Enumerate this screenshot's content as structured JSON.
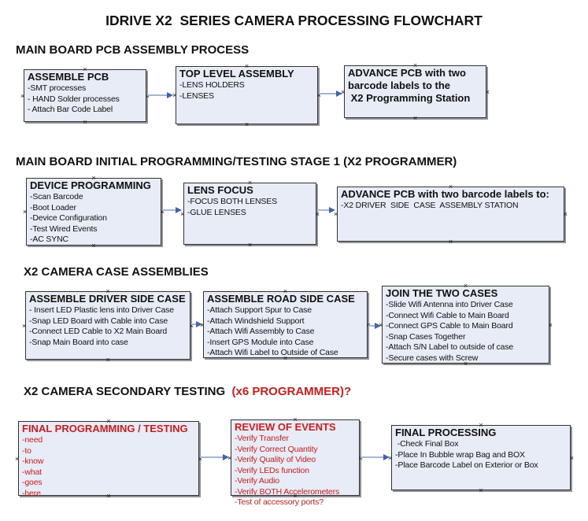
{
  "title": "IDRIVE X2  SERIES CAMERA PROCESSING FLOWCHART",
  "colors": {
    "red": "#cc1c1c",
    "text": "#000000",
    "box_fill": "#e7ecf6",
    "box_border": "#333333",
    "box_shadow": "#8f9399",
    "arrow_line": "#a3b6d4",
    "arrow_head": "#3f66aa"
  },
  "icons": {
    "connection_point": "connection-point-icon (× anchor mark on box edges)",
    "flow_arrow": "right-arrow connector between process boxes"
  },
  "sections": [
    {
      "heading": "MAIN BOARD PCB ASSEMBLY PROCESS",
      "boxes": [
        {
          "title": "ASSEMBLE PCB",
          "items": [
            "-SMT processes",
            "- HAND Solder processes",
            "- Attach Bar Code Label"
          ]
        },
        {
          "title": "TOP LEVEL ASSEMBLY",
          "items": [
            "-LENS HOLDERS",
            "-LENSES"
          ]
        },
        {
          "title": "ADVANCE PCB with two\nbarcode labels to the\n X2 Programming Station",
          "items": []
        }
      ]
    },
    {
      "heading": "MAIN BOARD INITIAL PROGRAMMING/TESTING STAGE 1 (X2 PROGRAMMER)",
      "boxes": [
        {
          "title": "DEVICE PROGRAMMING",
          "items": [
            "-Scan Barcode",
            "-Boot Loader",
            "-Device Configuration",
            "-Test Wired Events",
            "-AC SYNC"
          ]
        },
        {
          "title": "LENS FOCUS",
          "items": [
            "-FOCUS BOTH LENSES",
            "-GLUE LENSES"
          ]
        },
        {
          "title": "ADVANCE PCB with two barcode labels to:",
          "items": [
            "-X2 DRIVER  SIDE  CASE  ASSEMBLY STATION"
          ]
        }
      ]
    },
    {
      "heading": "X2 CAMERA CASE ASSEMBLIES",
      "boxes": [
        {
          "title": "ASSEMBLE DRIVER SIDE CASE",
          "items": [
            "- Insert LED Plastic lens into Driver Case",
            "-Snap LED Board with Cable into Case",
            "-Connect LED Cable to X2 Main Board",
            "-Snap Main Board into case"
          ]
        },
        {
          "title": "ASSEMBLE ROAD SIDE CASE",
          "items": [
            "-Attach Support Spur to Case",
            "-Attach Windshield Support",
            "-Attach Wifi Assembly to Case",
            "-Insert GPS Module into Case",
            "-Attach Wifi Label to Outside of Case"
          ]
        },
        {
          "title": "JOIN THE TWO CASES",
          "items": [
            "-Slide Wifi Antenna into Driver Case",
            "-Connect Wifi Cable to Main Board",
            "-Connect GPS Cable to Main Board",
            "-Snap Cases Together",
            "-Attach S/N Label to outside of case",
            "-Secure cases with Screw"
          ]
        }
      ]
    },
    {
      "heading": "X2 CAMERA SECONDARY TESTING ",
      "heading_red": " (x6 PROGRAMMER)?",
      "boxes": [
        {
          "title": "FINAL PROGRAMMING / TESTING",
          "items": [
            "-need",
            "-to",
            "-know",
            "-what",
            "-goes",
            "-here"
          ]
        },
        {
          "title": "REVIEW OF EVENTS",
          "items": [
            "-Verify Transfer",
            "-Verify Correct Quantity",
            "-Verify Quality of Video",
            "-Verify LEDs function",
            "-Verify Audio",
            "-Verify BOTH Accelerometers",
            "-Test of accessory ports?"
          ]
        },
        {
          "title": "FINAL PROCESSING",
          "items": [
            " -Check Final Box",
            "-Place In Bubble wrap Bag and BOX",
            "-Place Barcode Label on Exterior or Box"
          ]
        }
      ]
    }
  ]
}
